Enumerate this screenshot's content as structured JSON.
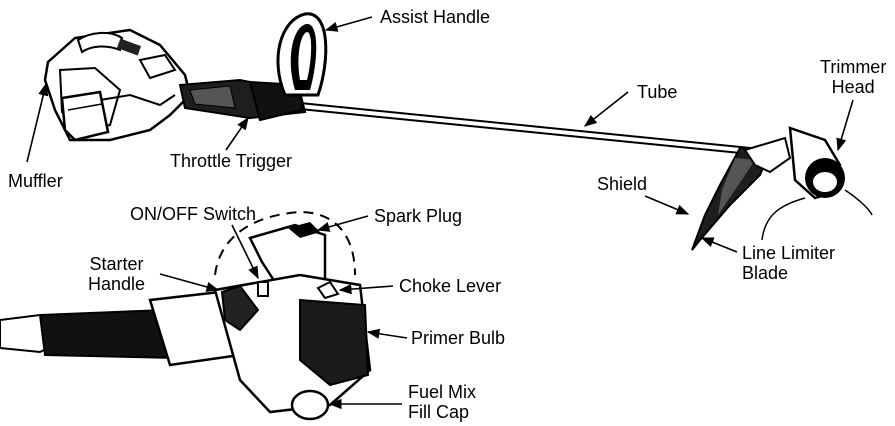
{
  "labels": {
    "assist_handle": "Assist Handle",
    "muffler": "Muffler",
    "throttle_trigger": "Throttle Trigger",
    "tube": "Tube",
    "trimmer_head_line1": "Trimmer",
    "trimmer_head_line2": "Head",
    "shield": "Shield",
    "line_limiter_line1": "Line Limiter",
    "line_limiter_line2": "Blade",
    "on_off_switch": "ON/OFF Switch",
    "spark_plug": "Spark Plug",
    "starter_handle_line1": "Starter",
    "starter_handle_line2": "Handle",
    "choke_lever": "Choke Lever",
    "primer_bulb": "Primer Bulb",
    "fuel_cap_line1": "Fuel Mix",
    "fuel_cap_line2": "Fill Cap"
  },
  "colors": {
    "ink": "#000000",
    "paper": "#ffffff",
    "shade": "#2a2a2a"
  }
}
